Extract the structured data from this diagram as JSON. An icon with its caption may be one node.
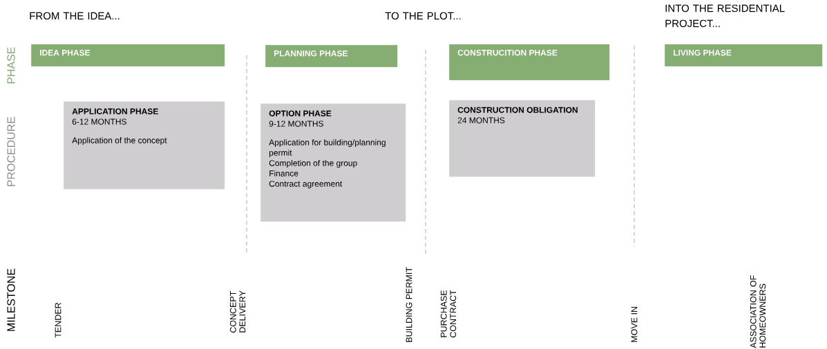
{
  "diagram": {
    "nodes": [
      {
        "text": [
          "IDEA PHASE"
        ]
      },
      {
        "text": [
          "PLANNING PHASE"
        ]
      },
      {
        "text": [
          "CONSTRUCITION PHASE"
        ]
      },
      {
        "text": [
          "LIVING PHASE"
        ]
      },
      {
        "text": [
          "APPLICATION PHASE",
          "6-12 MONTHS",
          "Application of the concept"
        ]
      },
      {
        "text": [
          "OPTION PHASE",
          "9-12 MONTHS",
          "Application for building/planning permit",
          "Completion of the group",
          "Finance",
          "Contract agreement"
        ]
      },
      {
        "text": [
          "CONSTRUCTION OBLIGATION",
          "24 MONTHS"
        ]
      }
    ],
    "edges": [],
    "labels": [
      "FROM THE IDEA...",
      "TO THE PLOT...",
      "INTO THE RESIDENTIAL PROJECT...",
      "PHASE",
      "PROCEDURE",
      "MILESTONE",
      "TENDER",
      "CONCEPT DELIVERY",
      "BUILDING PERMIT",
      "PURCHASE CONTRACT",
      "MOVE IN",
      "ASSOCIATION OF HOMEOWNERS"
    ]
  }
}
